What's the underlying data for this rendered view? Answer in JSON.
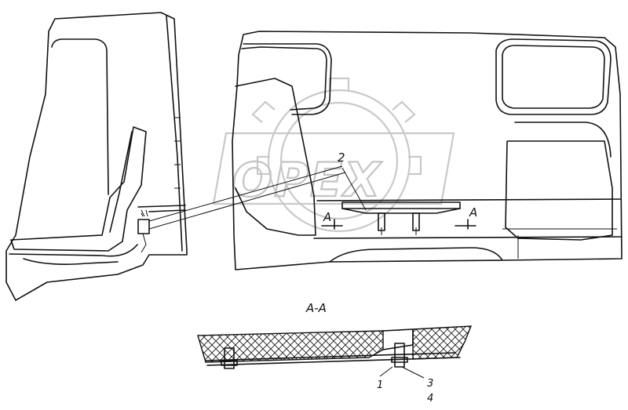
{
  "watermark": {
    "text": "OPEX"
  },
  "labels": {
    "callout_2": "2",
    "section_marker_left": "A",
    "section_marker_right": "A",
    "section_title": "A-A",
    "callout_1": "1",
    "callout_3": "3",
    "callout_4": "4"
  }
}
